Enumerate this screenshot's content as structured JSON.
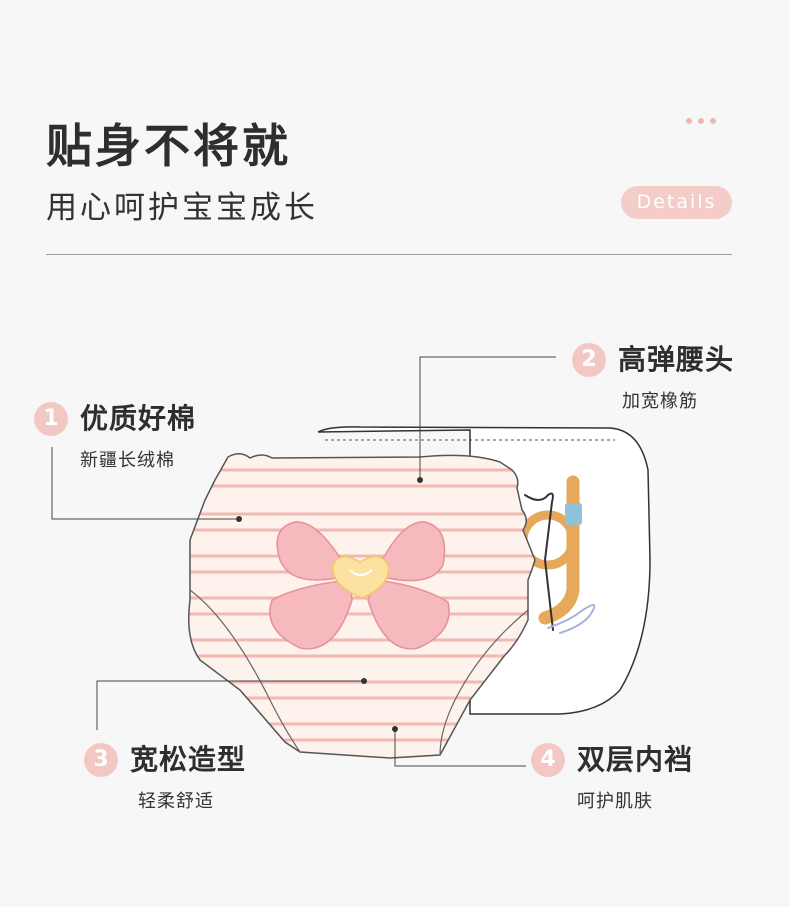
{
  "header": {
    "title": "贴身不将就",
    "subtitle": "用心呵护宝宝成长",
    "details_label": "Details"
  },
  "colors": {
    "accent_pink": "#f3c7c3",
    "stripe_pink": "#f2b8b4",
    "fabric": "#fdf3ec",
    "bow_pink": "#f6b9bd",
    "heart_yellow": "#fbe2a0"
  },
  "callouts": [
    {
      "number": "1",
      "title": "优质好棉",
      "description": "新疆长绒棉"
    },
    {
      "number": "2",
      "title": "高弹腰头",
      "description": "加宽橡筋"
    },
    {
      "number": "3",
      "title": "宽松造型",
      "description": "轻柔舒适"
    },
    {
      "number": "4",
      "title": "双层内裆",
      "description": "呵护肌肤"
    }
  ]
}
